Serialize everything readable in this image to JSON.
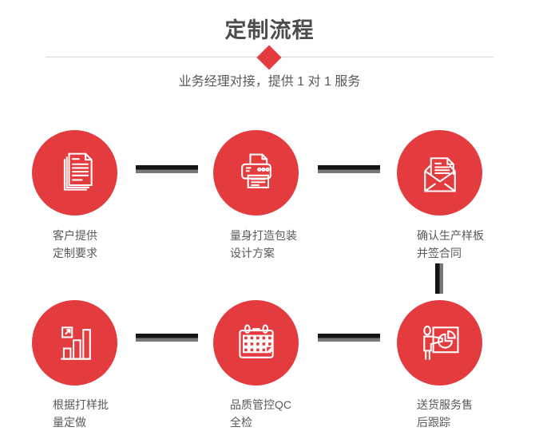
{
  "page": {
    "title": "定制流程",
    "subtitle": "业务经理对接，提供 1 对 1 服务"
  },
  "colors": {
    "accent_red": "#e33b3e",
    "title_gray": "#4c4c4e",
    "label_gray": "#595959",
    "divider_gray": "#d9d9d9",
    "connector_dark": "#151515",
    "connector_light": "#787878"
  },
  "steps": [
    {
      "icon": "documents-icon",
      "line1": "客户提供",
      "line2": "定制要求"
    },
    {
      "icon": "printer-icon",
      "line1": "量身打造包装",
      "line2": "设计方案"
    },
    {
      "icon": "envelope-icon",
      "line1": "确认生产样板",
      "line2": "并签合同"
    },
    {
      "icon": "bar-chart-icon",
      "line1": "根据打样批",
      "line2": "量定做"
    },
    {
      "icon": "calendar-icon",
      "line1": "品质管控QC",
      "line2": "全检"
    },
    {
      "icon": "presenter-icon",
      "line1": "送货服务售",
      "line2": "后跟踪"
    }
  ]
}
